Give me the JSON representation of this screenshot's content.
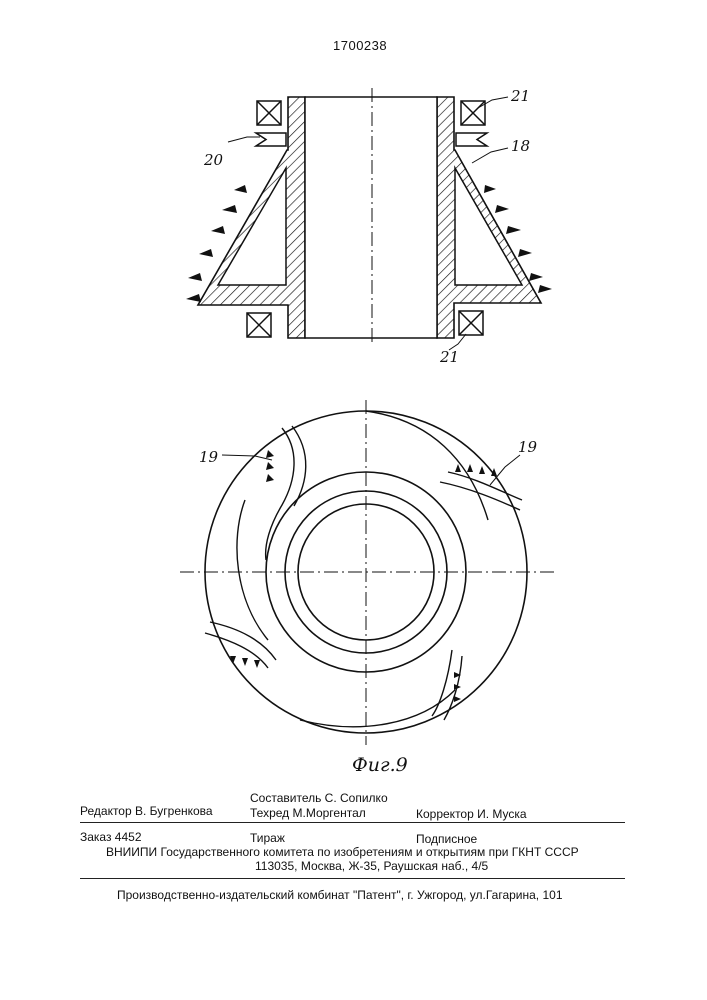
{
  "header": {
    "patent_number": "1700238"
  },
  "figure": {
    "labels": {
      "part_20": "20",
      "part_21_top": "21",
      "part_18": "18",
      "part_21_bottom": "21",
      "part_19_left": "19",
      "part_19_right": "19"
    },
    "caption": "Фиг.9"
  },
  "imprint": {
    "compiler": "Составитель   С. Сопилко",
    "editor": "Редактор  В. Бугренкова",
    "techred": "Техред М.Моргентал",
    "corrector": "Корректор И. Муска",
    "order": "Заказ  4452",
    "circulation": "Тираж",
    "subscription": "Подписное",
    "org_line": "ВНИИПИ Государственного комитета по изобретениям и открытиям при ГКНТ СССР",
    "address": "113035, Москва, Ж-35, Раушская наб., 4/5",
    "printer": "Производственно-издательский комбинат \"Патент\", г. Ужгород, ул.Гагарина, 101"
  }
}
